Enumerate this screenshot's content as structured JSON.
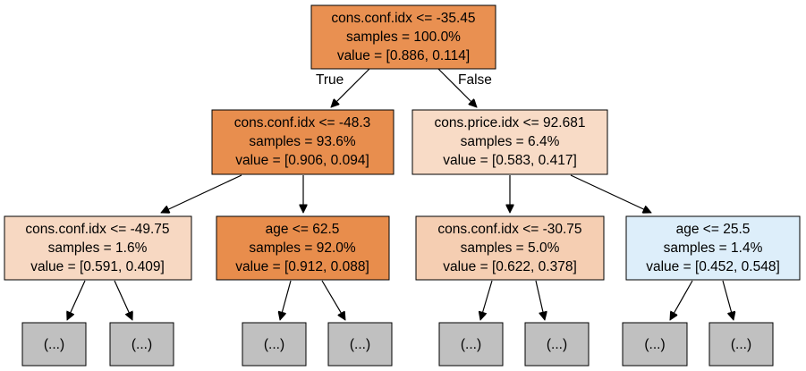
{
  "nodes": [
    {
      "id": "root",
      "lines": [
        "cons.conf.idx <= -35.45",
        "samples = 100.0%",
        "value = [0.886, 0.114]"
      ],
      "fill": "#e99051"
    },
    {
      "id": "left",
      "lines": [
        "cons.conf.idx <= -48.3",
        "samples = 93.6%",
        "value = [0.906, 0.094]"
      ],
      "fill": "#e88e4e"
    },
    {
      "id": "right",
      "lines": [
        "cons.price.idx <= 92.681",
        "samples = 6.4%",
        "value = [0.583, 0.417]"
      ],
      "fill": "#f8dbc6"
    },
    {
      "id": "ll",
      "lines": [
        "cons.conf.idx <= -49.75",
        "samples = 1.6%",
        "value = [0.591, 0.409]"
      ],
      "fill": "#f7d8c2"
    },
    {
      "id": "lr",
      "lines": [
        "age <= 62.5",
        "samples = 92.0%",
        "value = [0.912, 0.088]"
      ],
      "fill": "#e88d4c"
    },
    {
      "id": "rl",
      "lines": [
        "cons.conf.idx <= -30.75",
        "samples = 5.0%",
        "value = [0.622, 0.378]"
      ],
      "fill": "#f5ceb2"
    },
    {
      "id": "rr",
      "lines": [
        "age <= 25.5",
        "samples = 1.4%",
        "value = [0.452, 0.548]"
      ],
      "fill": "#ddeefa"
    }
  ],
  "truncated_label": "(...)",
  "truncated_fill": "#c0c0c0",
  "edge_labels": {
    "true": "True",
    "false": "False"
  }
}
